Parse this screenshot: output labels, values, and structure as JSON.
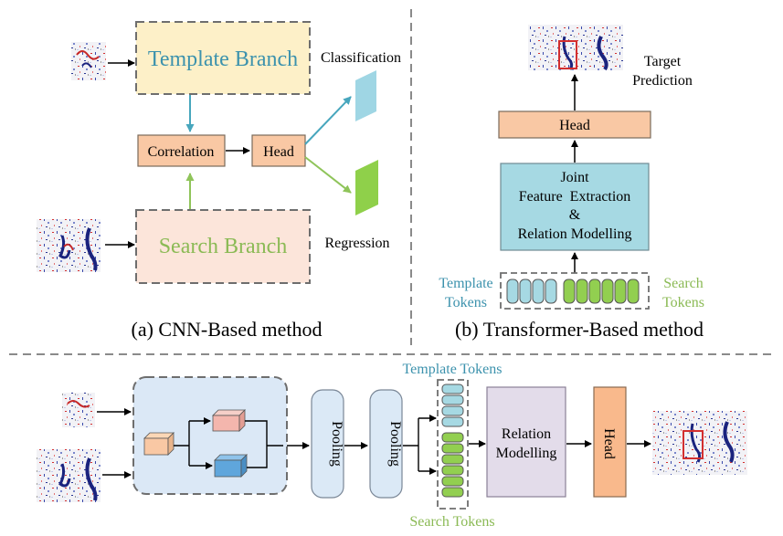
{
  "panel_a": {
    "template_branch": "Template Branch",
    "search_branch": "Search Branch",
    "correlation": "Correlation",
    "head": "Head",
    "classification": "Classification",
    "regression": "Regression",
    "caption": "(a) CNN-Based method"
  },
  "panel_b": {
    "target_prediction_line1": "Target",
    "target_prediction_line2": "Prediction",
    "head": "Head",
    "joint_line1": "Joint",
    "joint_line2": "Feature  Extraction",
    "joint_line3": "&",
    "joint_line4": "Relation Modelling",
    "template_tokens_line1": "Template",
    "template_tokens_line2": "Tokens",
    "search_tokens_line1": "Search",
    "search_tokens_line2": "Tokens",
    "caption": "(b) Transformer-Based method"
  },
  "panel_c": {
    "pooling1": "Pooling",
    "pooling2": "Pooling",
    "template_tokens": "Template Tokens",
    "search_tokens": "Search Tokens",
    "relation_line1": "Relation",
    "relation_line2": "Modelling",
    "head": "Head"
  },
  "colors": {
    "template_fill": "#fdf0c8",
    "search_fill": "#fce5da",
    "orange_box": "#f9c8a4",
    "blue_box": "#a6d9e3",
    "green_token": "#92cf50",
    "teal_text": "#3c92ad",
    "green_text": "#8bba55",
    "purple_box": "#e3dcea",
    "pooling_fill": "#dbe9f6",
    "cnn_bg": "#dbe8f6"
  }
}
